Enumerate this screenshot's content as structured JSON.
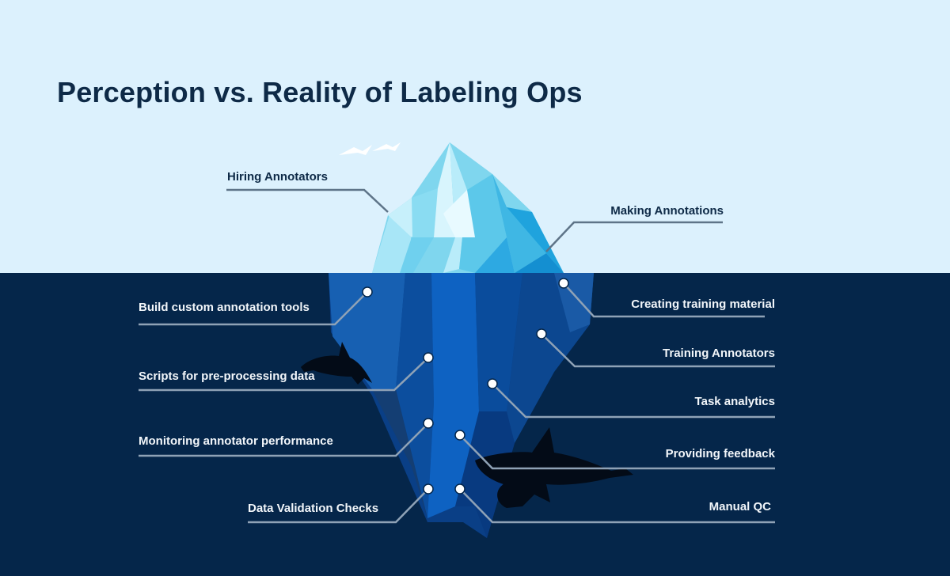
{
  "title": "Perception vs. Reality of Labeling Ops",
  "above_water": [
    {
      "label": "Hiring Annotators"
    },
    {
      "label": "Making Annotations"
    }
  ],
  "below_water_left": [
    {
      "label": "Build custom annotation tools"
    },
    {
      "label": "Scripts for pre-processing data"
    },
    {
      "label": "Monitoring annotator performance"
    },
    {
      "label": "Data Validation Checks"
    }
  ],
  "below_water_right": [
    {
      "label": "Creating training material"
    },
    {
      "label": "Training Annotators"
    },
    {
      "label": "Task analytics"
    },
    {
      "label": "Providing feedback"
    },
    {
      "label": "Manual QC"
    }
  ],
  "colors": {
    "sky": "#dcf1fd",
    "water": "#05264a",
    "title": "#0e2a47",
    "leader_above": "#5e7488",
    "leader_below": "#8fa2b6",
    "ice_light": "#9fe3f5",
    "ice_deep": "#0a4a9e"
  }
}
